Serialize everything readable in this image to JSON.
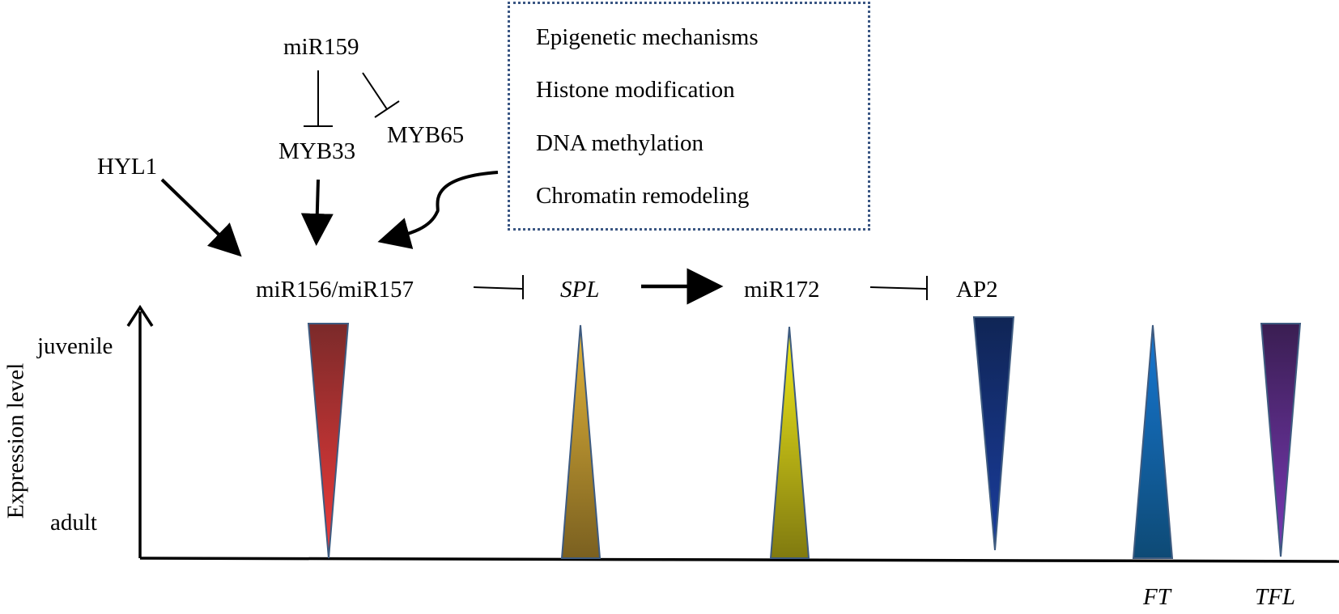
{
  "regulators": {
    "hyl1": "HYL1",
    "mir159": "miR159",
    "myb33": "MYB33",
    "myb65": "MYB65"
  },
  "epigenetic_box": {
    "items": [
      "Epigenetic mechanisms",
      "Histone modification",
      "DNA methylation",
      "Chromatin remodeling"
    ]
  },
  "pathway": {
    "mir156": "miR156/miR157",
    "spl": "SPL",
    "mir172": "miR172",
    "ap2": "AP2"
  },
  "axis": {
    "y_label": "Expression level",
    "juvenile": "juvenile",
    "adult": "adult"
  },
  "bottom_labels": {
    "ft": "FT",
    "tfl": "TFL"
  },
  "colors": {
    "mir156_top": "#7b2a2a",
    "mir156_bottom": "#f03a3a",
    "spl_top": "#e3b53a",
    "spl_bottom": "#7a6020",
    "mir172_top": "#f2ec1a",
    "mir172_bottom": "#807a10",
    "ap2_top": "#102555",
    "ap2_bottom": "#1a3d9e",
    "ft_top": "#1678d4",
    "ft_bottom": "#0e4a75",
    "tfl_top": "#3a1e52",
    "tfl_bottom": "#7a3ab8",
    "box_border": "#3a5683",
    "triangle_stroke": "#3e5b80"
  }
}
